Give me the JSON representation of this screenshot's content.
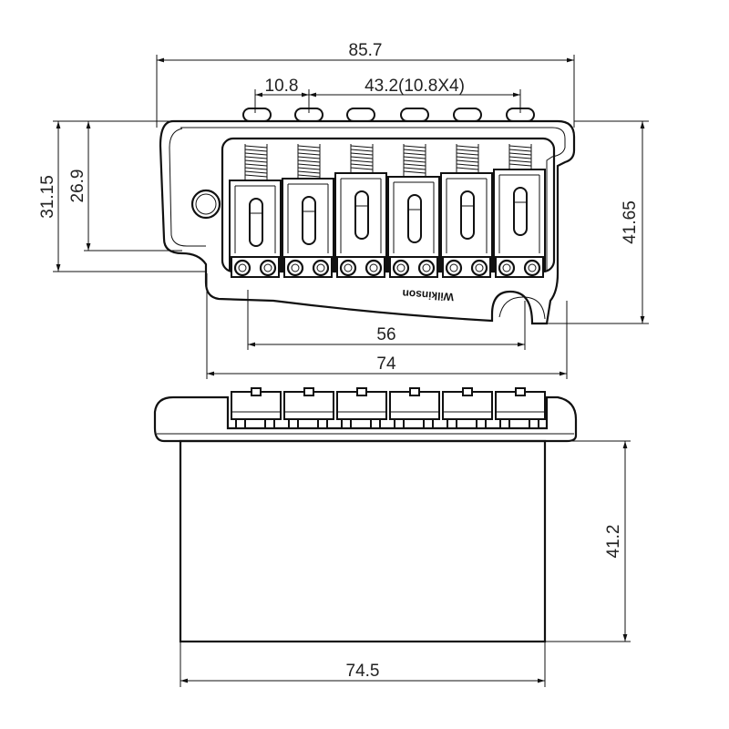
{
  "brand": "Wilkinson",
  "dimensions": {
    "overall_width": "85.7",
    "string_spacing_single": "10.8",
    "string_spacing_total": "43.2(10.8X4)",
    "height_outer": "31.15",
    "height_inner": "26.9",
    "height_right": "41.65",
    "mount_spacing": "56",
    "base_width": "74",
    "block_height": "41.2",
    "block_width": "74.5"
  }
}
